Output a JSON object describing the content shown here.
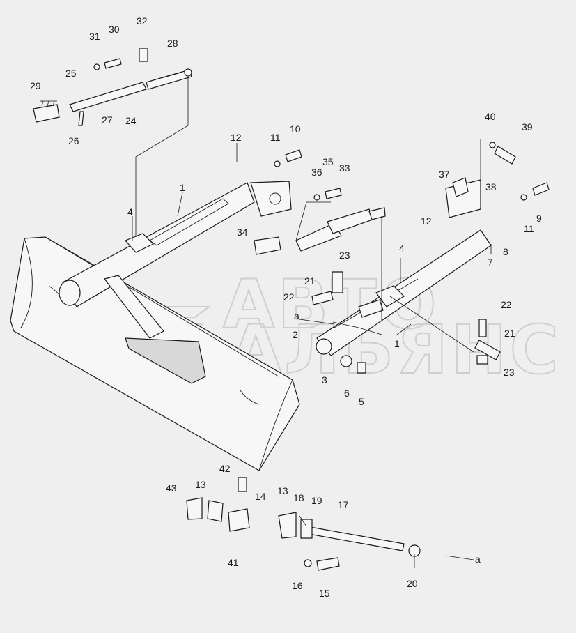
{
  "watermark": {
    "line1": "АВТО",
    "line2": "АЛЬЯНС"
  },
  "labels": {
    "l1a": "1",
    "l1b": "1",
    "l2": "2",
    "l3": "3",
    "l4a": "4",
    "l4b": "4",
    "l5": "5",
    "l6": "6",
    "l7": "7",
    "l8": "8",
    "l9": "9",
    "l10": "10",
    "l11a": "11",
    "l11b": "11",
    "l12a": "12",
    "l12b": "12",
    "l13a": "13",
    "l13b": "13",
    "l14": "14",
    "l15": "15",
    "l16": "16",
    "l17": "17",
    "l18": "18",
    "l19": "19",
    "l20": "20",
    "l21a": "21",
    "l21b": "21",
    "l22a": "22",
    "l22b": "22",
    "l23a": "23",
    "l23b": "23",
    "l24": "24",
    "l25": "25",
    "l26": "26",
    "l27": "27",
    "l28": "28",
    "l29": "29",
    "l30": "30",
    "l31": "31",
    "l32": "32",
    "l33": "33",
    "l34": "34",
    "l35": "35",
    "l36": "36",
    "l37": "37",
    "l38": "38",
    "l39": "39",
    "l40": "40",
    "l41": "41",
    "l42": "42",
    "l43": "43",
    "la1": "a",
    "la2": "a"
  }
}
